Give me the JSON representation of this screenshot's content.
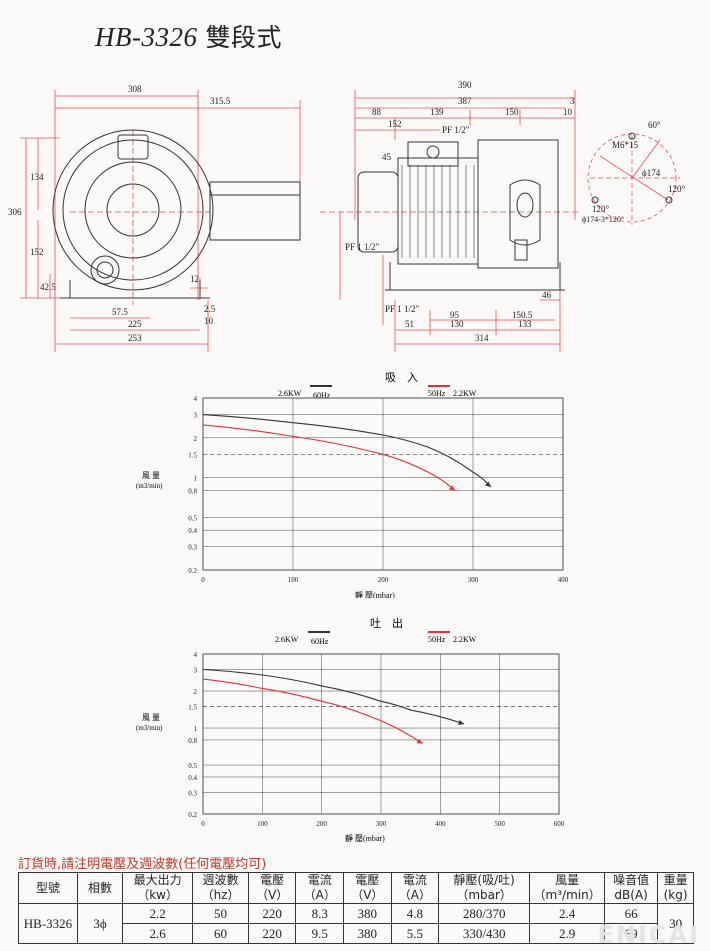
{
  "title": {
    "model": "HB-3326",
    "subtitle": "雙段式"
  },
  "drawing": {
    "front_dims": {
      "w308": "308",
      "w315": "315.5",
      "h306": "306",
      "h134": "134",
      "h152": "152",
      "h42": "42.5",
      "h12": "12",
      "w57": "57.5",
      "w225": "225",
      "w253": "253",
      "d25": "2.5",
      "d10": "10"
    },
    "side_dims": {
      "w390": "390",
      "w387": "387",
      "w3": "3",
      "w88": "88",
      "w139": "139",
      "w150": "150",
      "w10": "10",
      "w152": "152",
      "pf_top": "PF 1/2\"",
      "h45": "45",
      "pf_side": "PF 1 1/2\"",
      "pf_side2": "PF 1 1/2\"",
      "w46": "46",
      "w95": "95",
      "w150b": "150.5",
      "w51": "51",
      "w130": "130",
      "w133": "133",
      "w314": "314"
    },
    "flange": {
      "deg60": "60°",
      "bolt": "M6*15",
      "dia": "ϕ174",
      "deg120a": "120°",
      "deg120b": "120°",
      "circle": "ϕ174-3*120°"
    }
  },
  "chart_data": [
    {
      "type": "line",
      "title": "吸　入",
      "legend": {
        "left_label": "2.6KW",
        "left_hz": "60Hz",
        "right_hz": "50Hz",
        "right_label": "2.2KW"
      },
      "ylabel": "風 量",
      "yunit": "(m3/min)",
      "xlabel": "靜 壓(mbar)",
      "ylim": [
        0.2,
        4
      ],
      "xlim": [
        0,
        400
      ],
      "yscale": "log",
      "xticks": [
        "0",
        "100",
        "200",
        "300",
        "400"
      ],
      "yticks": [
        "4",
        "3",
        "2",
        "1.5",
        "1",
        "0.8",
        "0.5",
        "0.4",
        "0.3",
        "0.2"
      ],
      "yticks_v": [
        4,
        3,
        2,
        1.5,
        1,
        0.8,
        0.5,
        0.4,
        0.3,
        0.2
      ],
      "dashed_at": 1.5,
      "series": [
        {
          "name": "60Hz",
          "color": "#333333",
          "x": [
            0,
            100,
            200,
            250,
            300,
            320
          ],
          "y": [
            3.0,
            2.6,
            2.1,
            1.7,
            1.1,
            0.85
          ]
        },
        {
          "name": "50Hz",
          "color": "#e0303a",
          "x": [
            0,
            100,
            200,
            250,
            280
          ],
          "y": [
            2.5,
            2.05,
            1.5,
            1.1,
            0.8
          ]
        }
      ]
    },
    {
      "type": "line",
      "title": "吐　出",
      "legend": {
        "left_label": "2.6KW",
        "left_hz": "60Hz",
        "right_hz": "50Hz",
        "right_label": "2.2KW"
      },
      "ylabel": "風 量",
      "yunit": "(m3/min)",
      "xlabel": "靜 壓(mbar)",
      "ylim": [
        0.2,
        4
      ],
      "xlim": [
        0,
        600
      ],
      "yscale": "log",
      "xticks": [
        "0",
        "100",
        "200",
        "300",
        "400",
        "500",
        "600"
      ],
      "yticks": [
        "4",
        "3",
        "2",
        "1.5",
        "1",
        "0.8",
        "0.5",
        "0.4",
        "0.3",
        "0.2"
      ],
      "yticks_v": [
        4,
        3,
        2,
        1.5,
        1,
        0.8,
        0.5,
        0.4,
        0.3,
        0.2
      ],
      "dashed_at": 1.5,
      "series": [
        {
          "name": "60Hz",
          "color": "#333333",
          "x": [
            0,
            100,
            200,
            300,
            350,
            440
          ],
          "y": [
            3.0,
            2.7,
            2.2,
            1.65,
            1.4,
            1.08
          ]
        },
        {
          "name": "50Hz",
          "color": "#e0303a",
          "x": [
            0,
            100,
            200,
            280,
            370
          ],
          "y": [
            2.5,
            2.1,
            1.65,
            1.25,
            0.75
          ]
        }
      ]
    }
  ],
  "note": "訂貨時,請注明電壓及週波數(任何電壓均可)",
  "table": {
    "headers": [
      "型號",
      "相數",
      "最大出力\n（kw）",
      "週波數\n（hz）",
      "電壓\n（V）",
      "電流\n（A）",
      "電壓\n（V）",
      "電流\n（A）",
      "靜壓(吸/吐)\n（mbar）",
      "風量\n（m³/min）",
      "噪音值\ndB(A)",
      "重量\n(kg)"
    ],
    "model": "HB-3326",
    "phase": "3ϕ",
    "rows": [
      [
        "2.2",
        "50",
        "220",
        "8.3",
        "380",
        "4.8",
        "280/370",
        "2.4",
        "66"
      ],
      [
        "2.6",
        "60",
        "220",
        "9.5",
        "380",
        "5.5",
        "330/430",
        "2.9",
        "69"
      ]
    ],
    "weight": "30"
  },
  "watermark": "ENICAI"
}
